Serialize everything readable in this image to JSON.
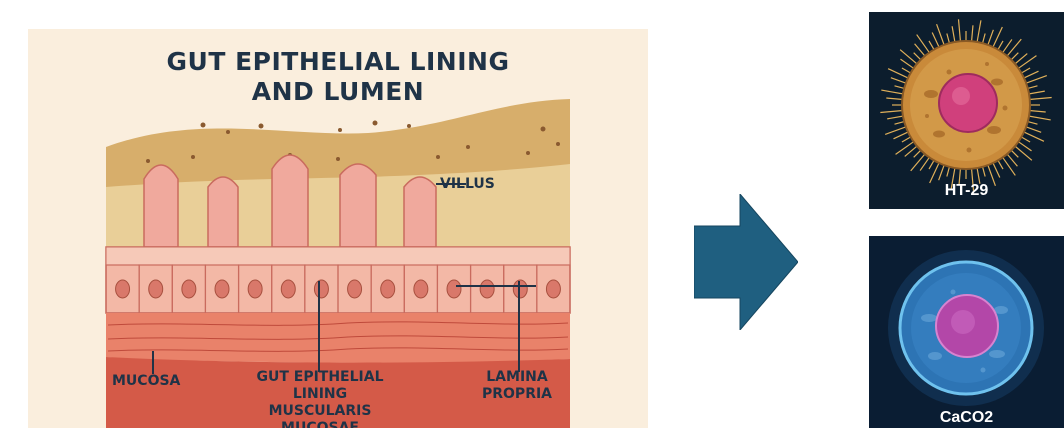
{
  "diagram": {
    "title_line1": "GUT EPITHELIAL LINING",
    "title_line2": "AND LUMEN",
    "labels": {
      "villus": "VILLUS",
      "mucosa": "MUCOSA",
      "gut_epithelial_line1": "GUT EPITHELIAL",
      "gut_epithelial_line2": "LINING",
      "muscularis_mucosae": "MUSCULARIS MUCOSAE",
      "lamina_line1": "LAMINA",
      "lamina_line2": "PROPRIA"
    },
    "colors": {
      "panel_bg": "#faeedd",
      "lumen": "#d7ae6b",
      "villus": "#f0a99d",
      "epithelium": "#f3b8a6",
      "muscle": "#d45a48",
      "text": "#1f3347"
    }
  },
  "arrow": {
    "color": "#1f5f80",
    "direction": "right"
  },
  "cells": [
    {
      "caption": "HT-29",
      "background": "#0c1d2d",
      "body_color": "#c98a3a",
      "nucleus_color": "#d0407c"
    },
    {
      "caption": "CaCO2",
      "background": "#0a1d33",
      "body_color": "#2d74b4",
      "nucleus_color": "#b347a8"
    }
  ]
}
